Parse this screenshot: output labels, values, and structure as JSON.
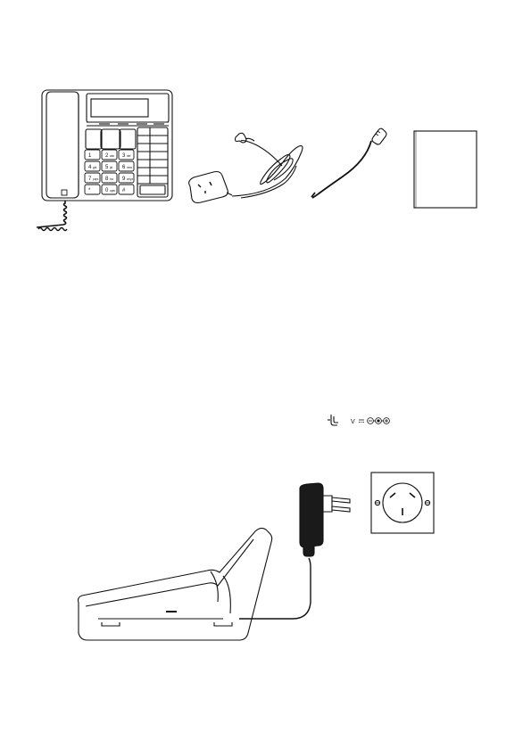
{
  "phone": {
    "keypad": [
      {
        "main": "1",
        "sub": ""
      },
      {
        "main": "2",
        "sub": "abc"
      },
      {
        "main": "3",
        "sub": "def"
      },
      {
        "main": "4",
        "sub": "ghi"
      },
      {
        "main": "5",
        "sub": "jkl"
      },
      {
        "main": "6",
        "sub": "mno"
      },
      {
        "main": "7",
        "sub": "pqrs"
      },
      {
        "main": "8",
        "sub": "tuv"
      },
      {
        "main": "9",
        "sub": "wxyz"
      },
      {
        "main": "*",
        "sub": ""
      },
      {
        "main": "0",
        "sub": "oper"
      },
      {
        "main": "#",
        "sub": ""
      }
    ]
  },
  "polarity": {
    "voltage_label": "V"
  },
  "icons": [
    "telephone-icon",
    "power-adapter-icon",
    "polarity-icon",
    "wall-socket-icon"
  ]
}
